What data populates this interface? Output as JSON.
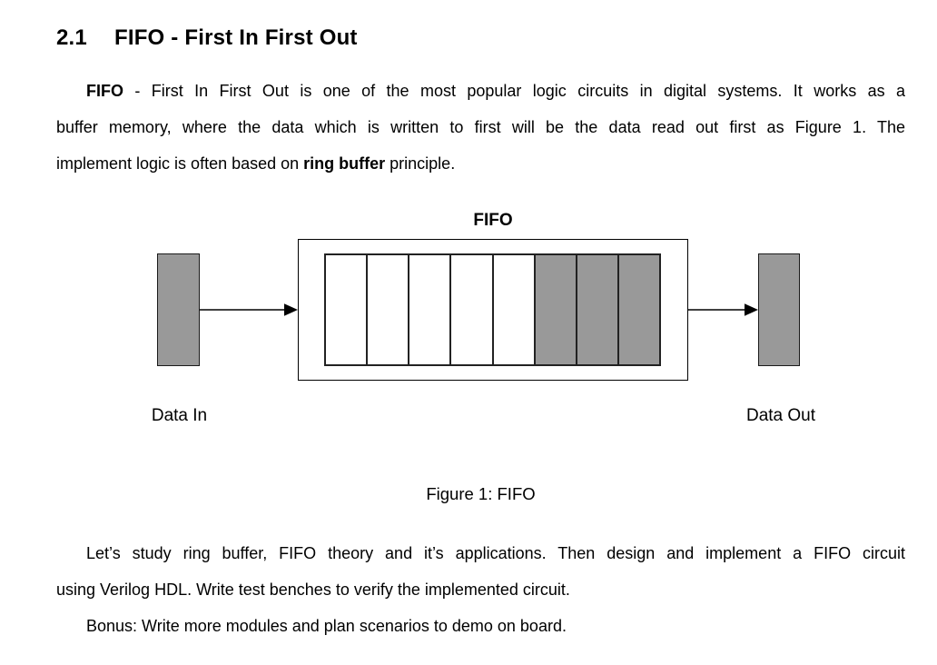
{
  "page": {
    "background": "#ffffff",
    "text_color": "#000000"
  },
  "heading": {
    "number": "2.1",
    "title": "FIFO - First In First Out"
  },
  "paragraph1": {
    "line1_bold": "FIFO",
    "line1_rest": " - First In First Out is one of the most popular logic circuits in digital systems. It works as a",
    "line2": "buffer memory, where the data which is written to first will be the data read out first as Figure 1. The",
    "line3_pre": "implement logic is often based on ",
    "line3_bold": "ring buffer",
    "line3_post": " principle."
  },
  "figure": {
    "title": "FIFO",
    "cells": [
      "empty",
      "empty",
      "empty",
      "empty",
      "empty",
      "filled",
      "filled",
      "filled"
    ],
    "filled_color": "#999999",
    "block_color": "#999999",
    "border_color": "#222222",
    "data_in_label": "Data In",
    "data_out_label": "Data Out",
    "caption": "Figure 1: FIFO"
  },
  "paragraph2": {
    "line1": "Let’s study ring buffer, FIFO theory and it’s applications. Then design and implement a FIFO circuit",
    "line2": "using Verilog HDL. Write test benches to verify the implemented circuit.",
    "line3": "Bonus: Write more modules and plan scenarios to demo on board."
  }
}
